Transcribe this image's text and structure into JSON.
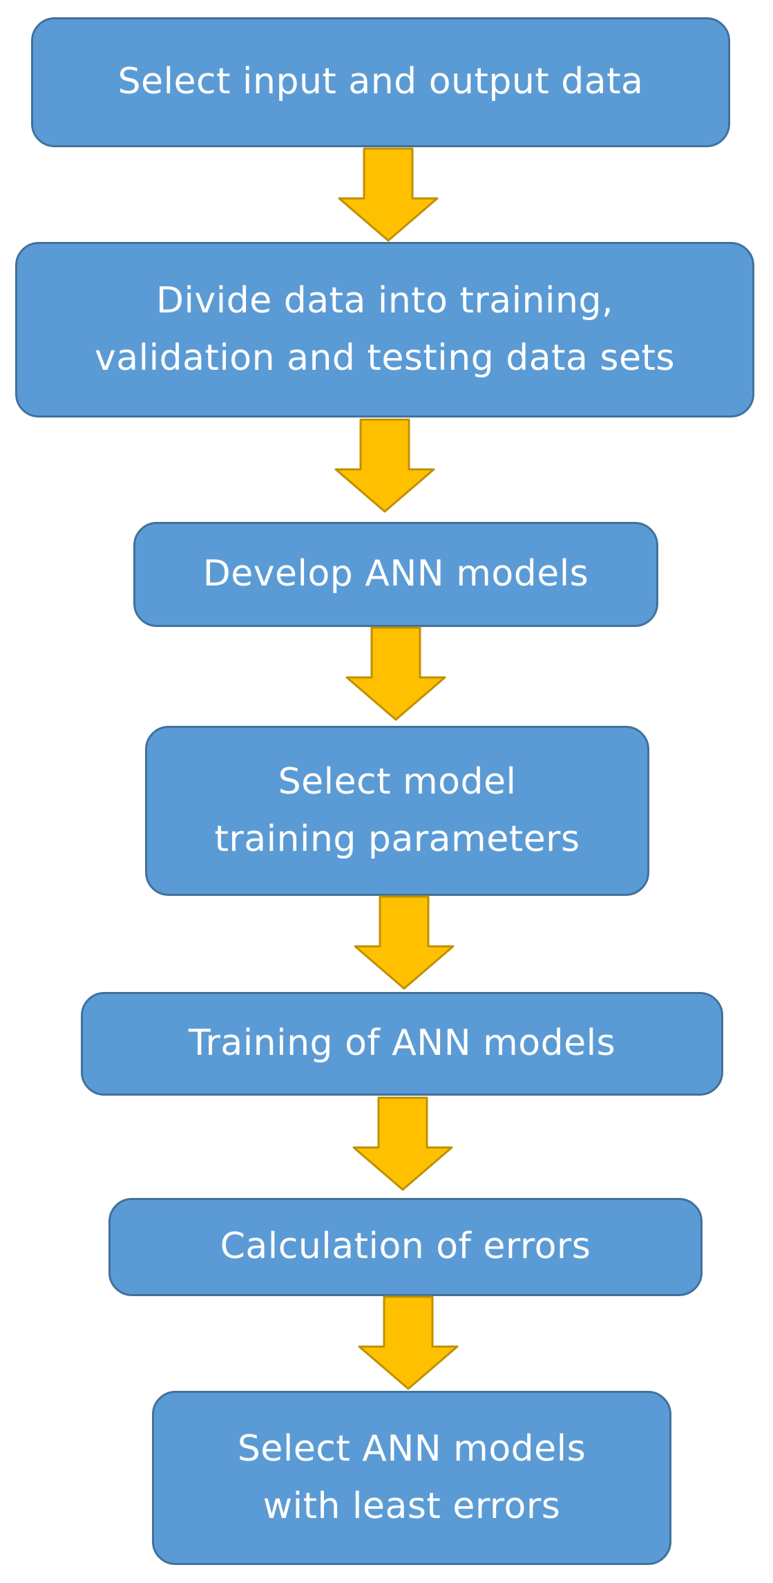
{
  "flowchart": {
    "steps": [
      "Select input and output data",
      "Divide data into training,\nvalidation and testing data sets",
      "Develop ANN models",
      "Select model\ntraining parameters",
      "Training of ANN models",
      "Calculation of errors",
      "Select ANN models\nwith least errors"
    ]
  },
  "colors": {
    "box_fill": "#5b9bd5",
    "box_border": "#41719c",
    "arrow_fill": "#ffc000",
    "arrow_border": "#bf9000",
    "text": "#ffffff"
  }
}
